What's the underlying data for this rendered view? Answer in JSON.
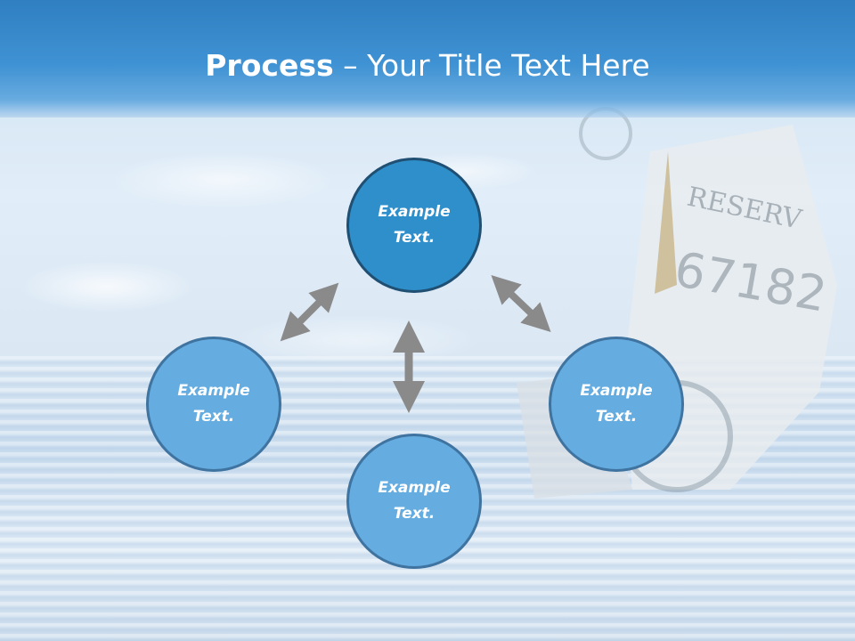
{
  "slide": {
    "title_bold": "Process",
    "title_rest": " – Your Title Text Here"
  },
  "nodes": {
    "top": "Example Text.",
    "left": "Example Text.",
    "right": "Example Text.",
    "bottom": "Example Text."
  },
  "colors": {
    "title_bar": "#3f92d3",
    "node_primary": "#2f8fca",
    "node_secondary": "#65ace0",
    "arrow": "#8a8a8a"
  },
  "background_image": "dollar-bill-boat-in-water"
}
